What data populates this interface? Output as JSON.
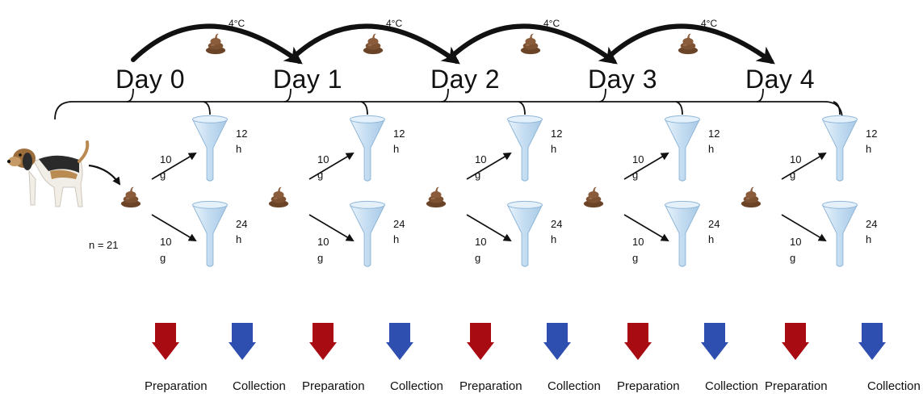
{
  "days": [
    "Day 0",
    "Day 1",
    "Day 2",
    "Day 3",
    "Day 4"
  ],
  "storage_temp": "4°C",
  "sample": {
    "count": "n = 21",
    "mass_value": "10",
    "mass_unit": "g"
  },
  "timepoints": [
    {
      "value": "12",
      "unit": "h"
    },
    {
      "value": "24",
      "unit": "h"
    }
  ],
  "steps": [
    "Preparation",
    "Collection"
  ],
  "colors": {
    "preparation_arrow": "#a80c12",
    "collection_arrow": "#2f4fb0",
    "funnel": "#c8dff2",
    "feces": "#7a5236"
  }
}
